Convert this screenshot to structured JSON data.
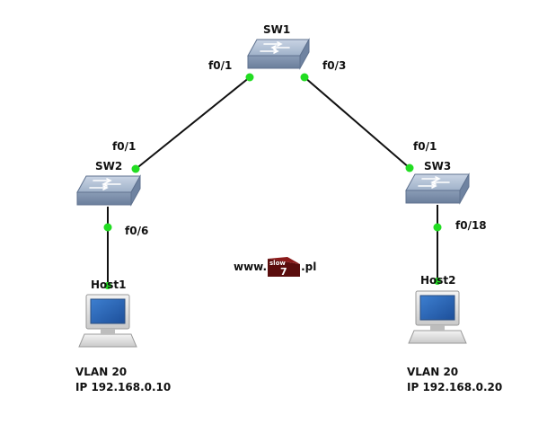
{
  "devices": {
    "sw1": {
      "name": "SW1"
    },
    "sw2": {
      "name": "SW2"
    },
    "sw3": {
      "name": "SW3"
    },
    "host1": {
      "name": "Host1",
      "vlan": "VLAN 20",
      "ip": "IP 192.168.0.10"
    },
    "host2": {
      "name": "Host2",
      "vlan": "VLAN 20",
      "ip": "IP 192.168.0.20"
    }
  },
  "ports": {
    "sw1_left": "f0/1",
    "sw1_right": "f0/3",
    "sw2_up": "f0/1",
    "sw2_down": "f0/6",
    "sw3_up": "f0/1",
    "sw3_down": "f0/18"
  },
  "watermark": {
    "prefix": "www.",
    "badge_top": "slow",
    "badge_num": "7",
    "suffix": ".pl"
  },
  "colors": {
    "link": "#111111",
    "port_up": "#22dd22",
    "switch_top": "#aebdd2",
    "switch_side": "#7d90ab"
  }
}
